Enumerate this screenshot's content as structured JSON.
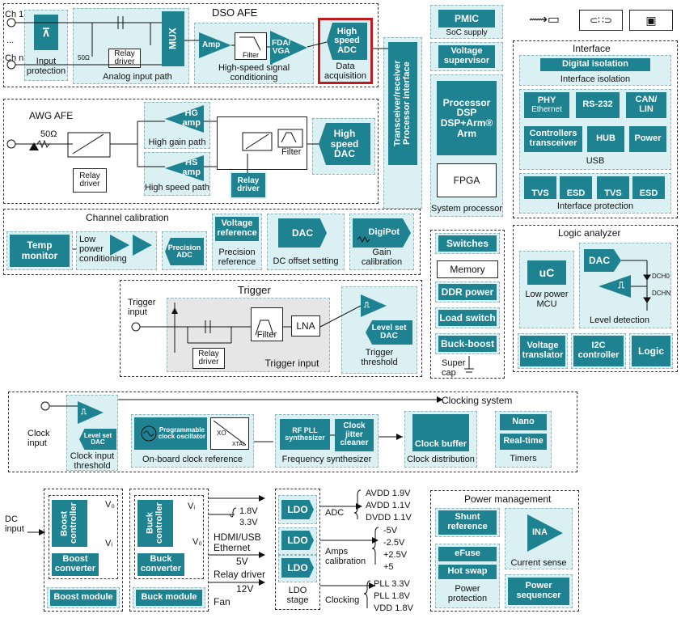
{
  "dso": {
    "title": "DSO AFE",
    "ch1": "Ch 1",
    "dots": "...",
    "chn": "Ch n",
    "input_protection": "Input\nprotection",
    "ohm50": "50Ω",
    "relay_driver": "Relay\ndriver",
    "mux": "MUX",
    "analog_input_path": "Analog input path",
    "amp": "Amp",
    "filter": "Filter",
    "fda_vga": "FDA/\nVGA",
    "hs_signal_cond": "High-speed signal\nconditioning",
    "hs_adc": "High\nspeed\nADC",
    "data_acq": "Data\nacquisition"
  },
  "proc_if": {
    "label": "Transceiver/receiver\nProcessor interface"
  },
  "pmic": {
    "label": "PMIC",
    "sub": "SoC supply"
  },
  "vsup": {
    "label": "Voltage\nsupervisor"
  },
  "processor": {
    "label": "Processor\nDSP\nDSP+Arm®\nArm",
    "fpga": "FPGA",
    "caption": "System processor"
  },
  "interface": {
    "title": "Interface",
    "digital_iso": "Digital isolation",
    "iface_iso": "Interface isolation",
    "phy": "PHY",
    "ethernet": "Ethernet",
    "rs232": "RS-232",
    "canlin": "CAN/\nLIN",
    "ctrl_trx": "Controllers\ntransceiver",
    "hub": "HUB",
    "power": "Power",
    "usb": "USB",
    "tvs1": "TVS",
    "esd1": "ESD",
    "tvs2": "TVS",
    "esd2": "ESD",
    "iface_prot": "Interface protection"
  },
  "awg": {
    "title": "AWG AFE",
    "ohm50": "50Ω",
    "relay_driver": "Relay\ndriver",
    "hg_amp": "HG\namp",
    "hg_path": "High gain path",
    "hs_amp": "HS\namp",
    "hs_path": "High speed path",
    "filter": "Filter",
    "relay_driver2": "Relay\ndriver",
    "hs_dac": "High\nspeed\nDAC"
  },
  "calib": {
    "title": "Channel calibration",
    "temp": "Temp\nmonitor",
    "low_power": "Low\npower\nconditioning",
    "prec_adc": "Precision\nADC",
    "vref": "Voltage\nreference",
    "prec_ref": "Precision\nreference",
    "dac": "DAC",
    "dc_offset": "DC offset setting",
    "digipot": "DigiPot",
    "gain_cal": "Gain\ncalibration"
  },
  "memory_col": {
    "switches": "Switches",
    "memory": "Memory",
    "ddr": "DDR power",
    "load_switch": "Load switch",
    "buck_boost": "Buck-boost",
    "super_cap": "Super\ncap"
  },
  "logic": {
    "title": "Logic analyzer",
    "uc": "uC",
    "low_power_mcu": "Low power\nMCU",
    "dac": "DAC",
    "dch0": "DCH0",
    "dchn": "DCHN",
    "level_det": "Level detection",
    "vtrans": "Voltage\ntranslator",
    "i2c": "I2C\ncontroller",
    "logic": "Logic"
  },
  "trigger": {
    "title": "Trigger",
    "input": "Trigger\ninput",
    "relay_driver": "Relay\ndriver",
    "filter": "Filter",
    "lna": "LNA",
    "trigger_input": "Trigger input",
    "level_dac": "Level set\nDAC",
    "threshold": "Trigger\nthreshold"
  },
  "clock": {
    "title": "Clocking system",
    "input": "Clock\ninput",
    "level_dac": "Level set\nDAC",
    "threshold": "Clock input\nthreshold",
    "prog_osc": "Programmable\nclock oscillator",
    "xo": "XO",
    "xtal": "XTAL",
    "onboard": "On-board clock reference",
    "rf_pll": "RF PLL\nsynthesizer",
    "jitter": "Clock\njitter\ncleaner",
    "freq_synth": "Frequency synthesizer",
    "buffer": "Clock buffer",
    "distribution": "Clock distribution",
    "nano": "Nano",
    "realtime": "Real-time",
    "timers": "Timers"
  },
  "power": {
    "dc_input": "DC\ninput",
    "boost_ctrl": "Boost\ncontroller",
    "boost_conv": "Boost\nconverter",
    "boost_module": "Boost module",
    "vo": "V₀",
    "vi": "Vᵢ",
    "buck_ctrl": "Buck\ncontroller",
    "buck_conv": "Buck\nconverter",
    "buck_module": "Buck module",
    "v18": "1.8V",
    "v33": "3.3V",
    "hdmi": "HDMI/USB\nEthernet",
    "v5": "5V",
    "relay": "Relay driver",
    "v12": "12V",
    "fan": "Fan",
    "ldo": "LDO",
    "ldo_stage": "LDO\nstage",
    "adc": "ADC",
    "avdd19": "AVDD 1.9V",
    "avdd11": "AVDD 1.1V",
    "dvdd11": "DVDD 1.1V",
    "amps_cal": "Amps\ncalibration",
    "m5": "-5V",
    "m25": "-2.5V",
    "p25": "+2.5V",
    "p5": "+5",
    "clocking": "Clocking",
    "pll33": "PLL 3.3V",
    "pll18": "PLL 1.8V",
    "vdd18": "VDD 1.8V"
  },
  "pm": {
    "title": "Power management",
    "shunt": "Shunt\nreference",
    "efuse": "eFuse",
    "hotswap": "Hot swap",
    "power_prot": "Power\nprotection",
    "ina": "INA",
    "current_sense": "Current sense",
    "sequencer": "Power\nsequencer"
  }
}
